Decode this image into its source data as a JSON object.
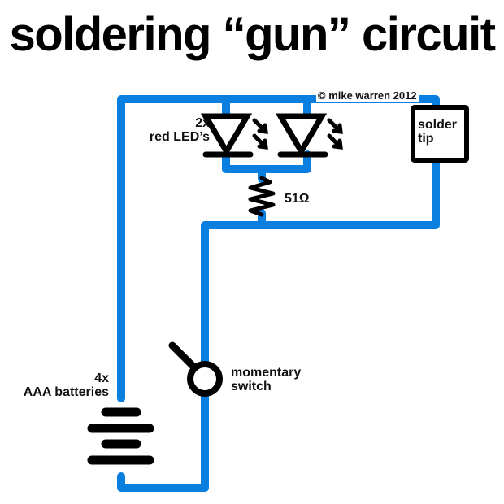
{
  "title": "soldering “gun” circuit",
  "credit": "© mike warren 2012",
  "components": {
    "leds": {
      "count_label": "2x",
      "name_label": "red LED’s",
      "count": 2
    },
    "resistor": {
      "value_label": "51Ω"
    },
    "solder_tip": {
      "line1": "solder",
      "line2": "tip"
    },
    "switch": {
      "line1": "momentary",
      "line2": "switch"
    },
    "battery": {
      "count_label": "4x",
      "name_label": "AAA batteries"
    }
  },
  "colors": {
    "wire": "#0a7fe0",
    "symbol": "#000000",
    "background": "#ffffff"
  }
}
